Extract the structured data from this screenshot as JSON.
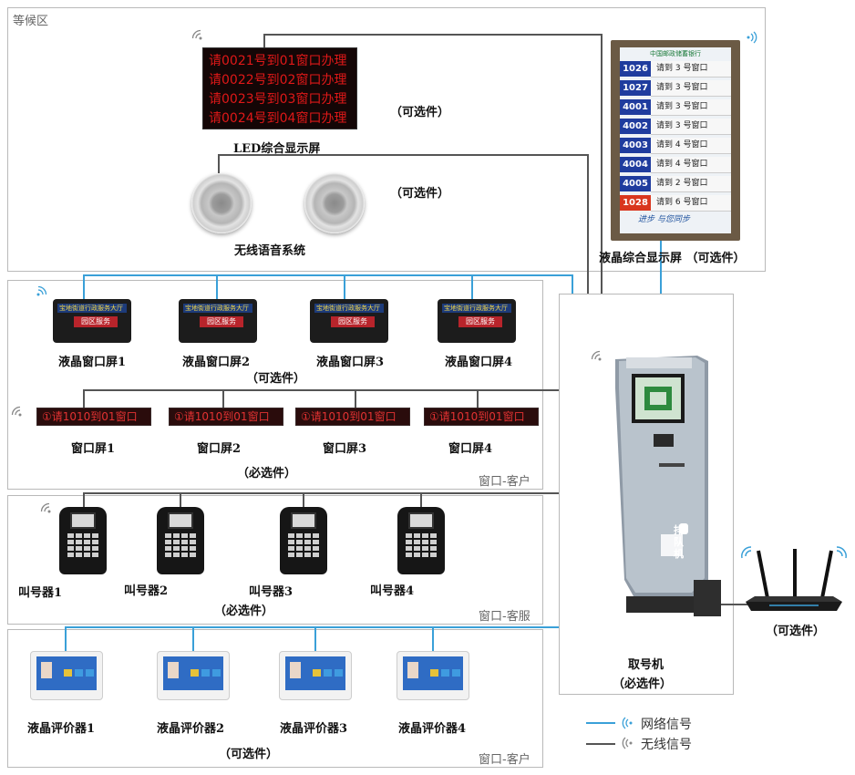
{
  "zones": {
    "waiting": "等候区",
    "window_client_1": "窗口-客户",
    "window_service": "窗口-客服",
    "window_client_2": "窗口-客户"
  },
  "led_display": {
    "lines": [
      "请0021号到01窗口办理",
      "请0022号到02窗口办理",
      "请0023号到03窗口办理",
      "请0024号到04窗口办理"
    ],
    "label": "LED综合显示屏",
    "option": "（可选件）"
  },
  "voice_system": {
    "label": "无线语音系统",
    "option": "（可选件）"
  },
  "lcd_main": {
    "bank": "中国邮政储蓄银行",
    "rows": [
      {
        "num": "1026",
        "text": "请到 3 号窗口",
        "highlight": false
      },
      {
        "num": "1027",
        "text": "请到 3 号窗口",
        "highlight": false
      },
      {
        "num": "4001",
        "text": "请到 3 号窗口",
        "highlight": false
      },
      {
        "num": "4002",
        "text": "请到 3 号窗口",
        "highlight": false
      },
      {
        "num": "4003",
        "text": "请到 4 号窗口",
        "highlight": false
      },
      {
        "num": "4004",
        "text": "请到 4 号窗口",
        "highlight": false
      },
      {
        "num": "4005",
        "text": "请到 2 号窗口",
        "highlight": false
      },
      {
        "num": "1028",
        "text": "请到 6 号窗口",
        "highlight": true
      }
    ],
    "slogan": "进步 与您同步",
    "label": "液晶综合显示屏 （可选件）"
  },
  "lcd_windows": {
    "screen_title": "宝地街道行政服务大厅",
    "screen_button": "园区服务",
    "labels": [
      "液晶窗口屏1",
      "液晶窗口屏2",
      "液晶窗口屏3",
      "液晶窗口屏4"
    ],
    "option": "（可选件）"
  },
  "led_windows": {
    "text": "①请1010到01窗口",
    "labels": [
      "窗口屏1",
      "窗口屏2",
      "窗口屏3",
      "窗口屏4"
    ],
    "option": "（必选件）"
  },
  "callers": {
    "labels": [
      "叫号器1",
      "叫号器2",
      "叫号器3",
      "叫号器4"
    ],
    "option": "（必选件）"
  },
  "evaluators": {
    "labels": [
      "液晶评价器1",
      "液晶评价器2",
      "液晶评价器3",
      "液晶评价器4"
    ],
    "option": "（可选件）"
  },
  "kiosk": {
    "side_text": "排队机",
    "label": "取号机",
    "option": "（必选件）"
  },
  "router": {
    "option": "（可选件）"
  },
  "legend": {
    "network": "网络信号",
    "wireless": "无线信号"
  },
  "colors": {
    "network_line": "#3aa0d8",
    "wireless_line": "#555555",
    "led_text": "#e01818",
    "zone_border": "#b9b9b9"
  }
}
